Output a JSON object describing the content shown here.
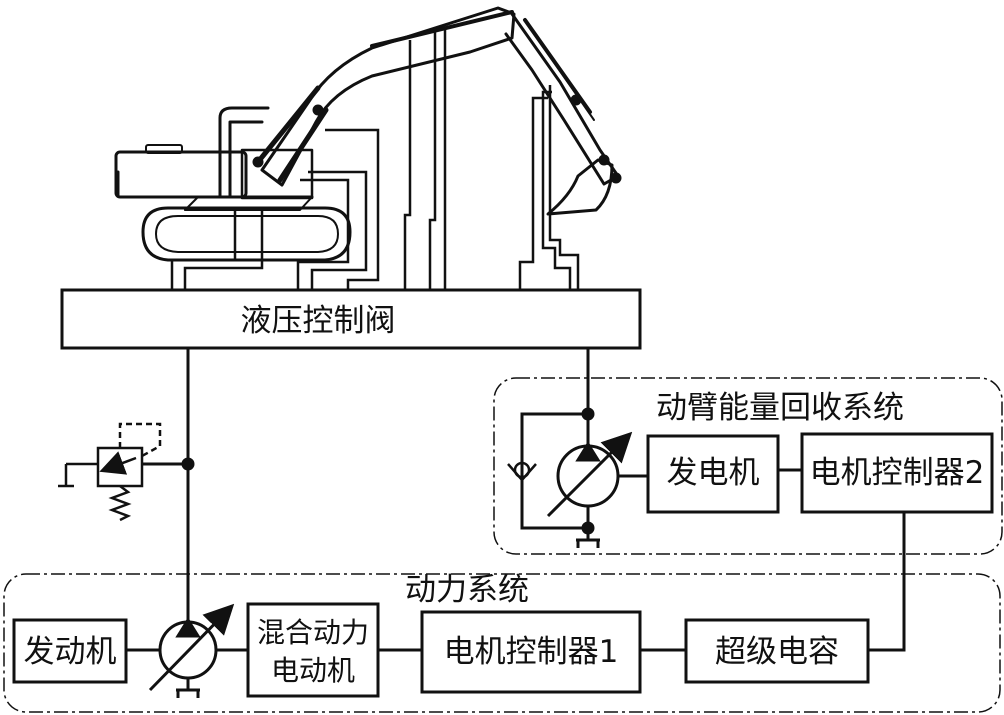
{
  "diagram": {
    "valve_label": "液压控制阀",
    "boom_recovery": {
      "group_label": "动臂能量回收系统",
      "generator_label": "发电机",
      "controller2_label": "电机控制器2"
    },
    "power_system": {
      "group_label": "动力系统",
      "engine_label": "发动机",
      "hybrid_motor_label_line1": "混合动力",
      "hybrid_motor_label_line2": "电动机",
      "controller1_label": "电机控制器1",
      "supercap_label": "超级电容"
    },
    "colors": {
      "stroke": "#111111",
      "background": "#ffffff"
    }
  }
}
